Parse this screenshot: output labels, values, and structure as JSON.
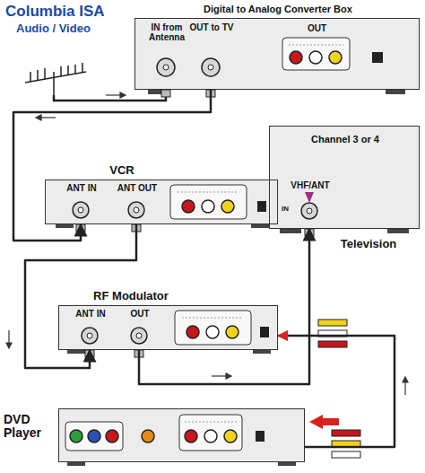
{
  "diagram": {
    "title": "Columbia ISA",
    "nodes": [
      {
        "text": [
          "Digital to Analog Converter Box",
          "IN from Antenna",
          "OUT to TV",
          "OUT"
        ]
      },
      {
        "text": [
          "VCR",
          "ANT IN",
          "ANT OUT"
        ]
      },
      {
        "text": [
          "Channel 3 or 4",
          "VHF/ANT",
          "IN",
          "Television"
        ]
      },
      {
        "text": [
          "RF Modulator",
          "ANT IN",
          "OUT"
        ]
      },
      {
        "text": [
          "DVD Player"
        ]
      }
    ],
    "edges": [
      {
        "from": 0,
        "to": 1,
        "arrow": "to"
      },
      {
        "from": 1,
        "to": 3,
        "arrow": "to"
      },
      {
        "from": 3,
        "to": 2,
        "arrow": "to"
      },
      {
        "from": 4,
        "to": 3,
        "arrow": "to"
      }
    ],
    "labels": [
      "Audio / Video"
    ]
  }
}
